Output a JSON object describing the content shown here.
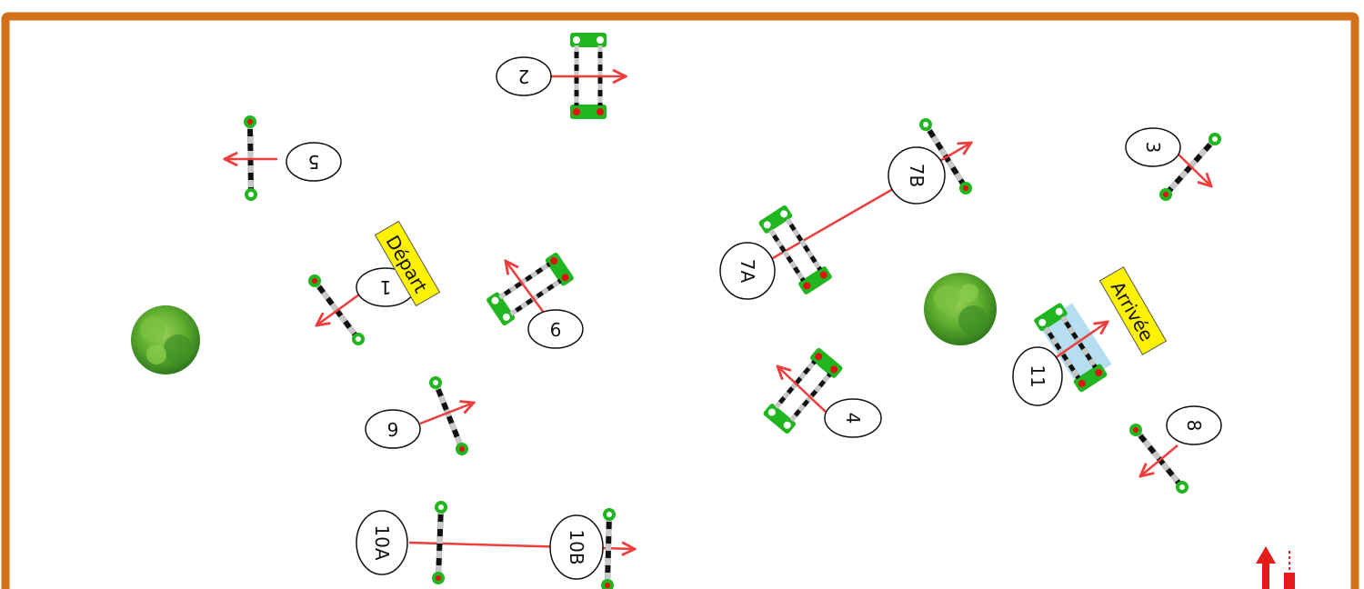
{
  "course": {
    "colors": {
      "arena_border": "#d2711a",
      "arena_fill": "#ffffff",
      "pole_black": "#111111",
      "pole_light": "#c8c8c8",
      "standard_green": "#21b51f",
      "standard_dot": "#e01212",
      "arrow_red": "#ee3d3d",
      "sign_yellow": "#fff200",
      "water_blue": "#a9d8ee",
      "bush_green": "#5fae2f"
    },
    "obstacles": [
      {
        "label": "1",
        "kind": "vertical"
      },
      {
        "label": "2",
        "kind": "oxer"
      },
      {
        "label": "3",
        "kind": "vertical"
      },
      {
        "label": "4",
        "kind": "oxer"
      },
      {
        "label": "5",
        "kind": "vertical"
      },
      {
        "label": "6",
        "kind": "vertical"
      },
      {
        "label": "7A",
        "kind": "oxer"
      },
      {
        "label": "7B",
        "kind": "vertical"
      },
      {
        "label": "8",
        "kind": "vertical"
      },
      {
        "label": "9",
        "kind": "oxer"
      },
      {
        "label": "10A",
        "kind": "vertical"
      },
      {
        "label": "10B",
        "kind": "vertical"
      },
      {
        "label": "11",
        "kind": "water-oxer"
      }
    ],
    "signs": {
      "start": "Départ",
      "finish": "Arrivée"
    },
    "decor": [
      "bush-icon",
      "bush-icon"
    ],
    "north_marker": "north-arrow-icon"
  }
}
